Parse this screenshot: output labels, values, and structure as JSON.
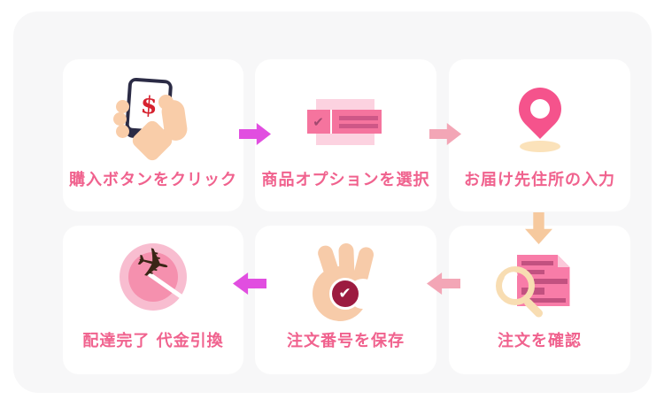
{
  "flow": {
    "kind": "purchase-process-infographic",
    "steps": [
      {
        "order": 1,
        "label": "購入ボタンをクリック",
        "icon": "smartphone-dollar-icon"
      },
      {
        "order": 2,
        "label": "商品オプションを選択",
        "icon": "product-options-checklist-icon"
      },
      {
        "order": 3,
        "label": "お届け先住所の入力",
        "icon": "location-pin-icon"
      },
      {
        "order": 4,
        "label": "注文を確認",
        "icon": "document-magnifier-icon"
      },
      {
        "order": 5,
        "label": "注文番号を保存",
        "icon": "ok-hand-check-icon"
      },
      {
        "order": 6,
        "label": "配達完了 代金引換",
        "icon": "airplane-delivery-icon"
      }
    ],
    "arrows": [
      {
        "from_step": 1,
        "to_step": 2,
        "direction": "right",
        "color": "#e14ee0"
      },
      {
        "from_step": 2,
        "to_step": 3,
        "direction": "right",
        "color": "#f3a6b6"
      },
      {
        "from_step": 3,
        "to_step": 4,
        "direction": "down",
        "color": "#f6c99e"
      },
      {
        "from_step": 4,
        "to_step": 5,
        "direction": "left",
        "color": "#f3a6b6"
      },
      {
        "from_step": 5,
        "to_step": 6,
        "direction": "left",
        "color": "#e14ee0"
      }
    ],
    "glyphs": {
      "dollar": "$",
      "option_check": "✔",
      "badge_check": "✔",
      "plane": "✈"
    },
    "colors": {
      "page_bg": "#ffffff",
      "panel_bg": "#f7f7f8",
      "card_bg": "#ffffff",
      "label_text": "#f0628e",
      "arrow_magenta": "#e14ee0",
      "arrow_pink": "#f3a6b6",
      "arrow_peach": "#f6c99e"
    }
  }
}
